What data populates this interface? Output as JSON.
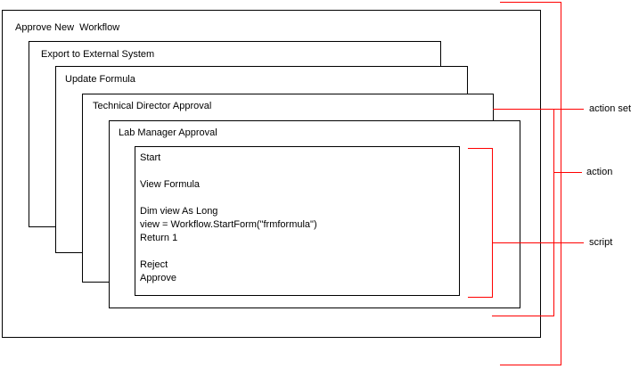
{
  "diagram": {
    "background_color": "#ffffff",
    "box_line_color": "#000000",
    "annotation_line_color": "#ff0000",
    "boxes": [
      {
        "label": "Approve New  Workflow"
      },
      {
        "label": "Export to External System"
      },
      {
        "label": "Update Formula"
      },
      {
        "label": "Technical Director Approval"
      },
      {
        "label": "Lab Manager Approval"
      }
    ],
    "script_box": {
      "lines": [
        "Start",
        "",
        "View Formula",
        "",
        "Dim view As Long",
        "view = Workflow.StartForm(\"frmformula\")",
        "Return 1",
        "",
        "Reject",
        "Approve"
      ]
    },
    "annotations": [
      {
        "label": "action set"
      },
      {
        "label": "action"
      },
      {
        "label": "script"
      }
    ]
  }
}
